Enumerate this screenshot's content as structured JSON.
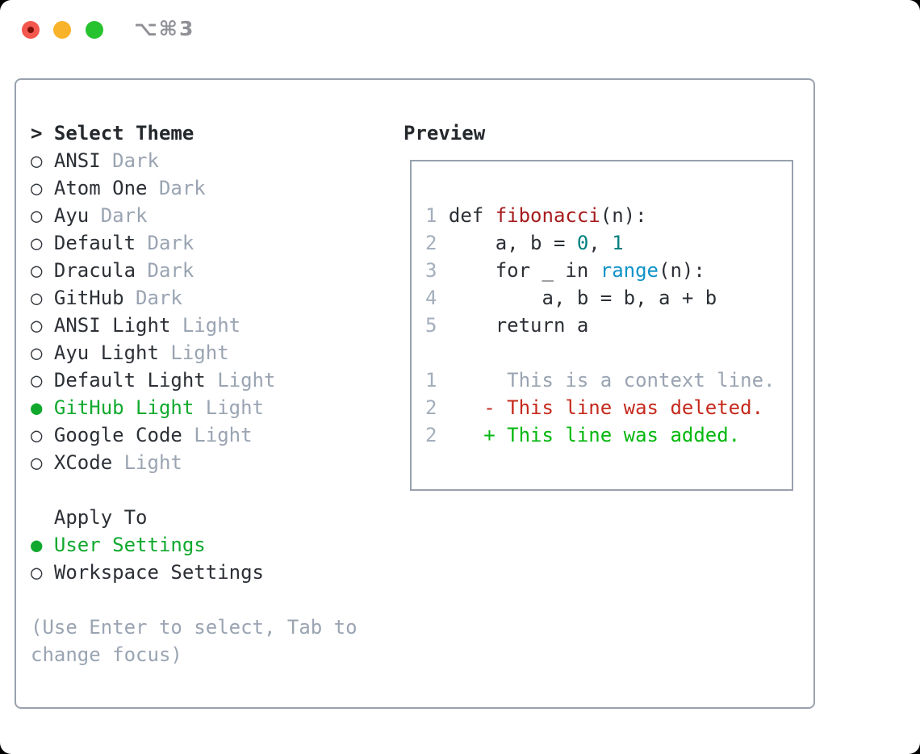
{
  "window": {
    "title": "⌥⌘3"
  },
  "colors": {
    "selected_green": "#10a92e",
    "added_green": "#05b80f",
    "deleted_red": "#c5291c",
    "function_red": "#a61c1e",
    "number_teal": "#008080",
    "builtin_blue": "#0f93c7",
    "muted_gray": "#9aa4b2",
    "text_dark": "#2c3036",
    "border_gray": "#99a1ae",
    "traffic_red": "#f4574e",
    "traffic_yellow": "#f9b32a",
    "traffic_green": "#27c32f"
  },
  "left": {
    "lines": [
      {
        "name": "select-theme-header",
        "interactable": false,
        "parts": [
          {
            "t": "> Select Theme",
            "c": "hdr"
          }
        ]
      },
      {
        "name": "theme-option-ansi-dark",
        "interactable": true,
        "parts": [
          {
            "t": "○ ",
            "c": "ring",
            "n": "radio-unselected-icon"
          },
          {
            "t": "ANSI",
            "c": "t"
          },
          {
            "t": " Dark",
            "c": "muted"
          }
        ]
      },
      {
        "name": "theme-option-atom-one-dark",
        "interactable": true,
        "parts": [
          {
            "t": "○ ",
            "c": "ring",
            "n": "radio-unselected-icon"
          },
          {
            "t": "Atom One",
            "c": "t"
          },
          {
            "t": " Dark",
            "c": "muted"
          }
        ]
      },
      {
        "name": "theme-option-ayu-dark",
        "interactable": true,
        "parts": [
          {
            "t": "○ ",
            "c": "ring",
            "n": "radio-unselected-icon"
          },
          {
            "t": "Ayu",
            "c": "t"
          },
          {
            "t": " Dark",
            "c": "muted"
          }
        ]
      },
      {
        "name": "theme-option-default-dark",
        "interactable": true,
        "parts": [
          {
            "t": "○ ",
            "c": "ring",
            "n": "radio-unselected-icon"
          },
          {
            "t": "Default",
            "c": "t"
          },
          {
            "t": " Dark",
            "c": "muted"
          }
        ]
      },
      {
        "name": "theme-option-dracula-dark",
        "interactable": true,
        "parts": [
          {
            "t": "○ ",
            "c": "ring",
            "n": "radio-unselected-icon"
          },
          {
            "t": "Dracula",
            "c": "t"
          },
          {
            "t": " Dark",
            "c": "muted"
          }
        ]
      },
      {
        "name": "theme-option-github-dark",
        "interactable": true,
        "parts": [
          {
            "t": "○ ",
            "c": "ring",
            "n": "radio-unselected-icon"
          },
          {
            "t": "GitHub",
            "c": "t"
          },
          {
            "t": " Dark",
            "c": "muted"
          }
        ]
      },
      {
        "name": "theme-option-ansi-light",
        "interactable": true,
        "parts": [
          {
            "t": "○ ",
            "c": "ring",
            "n": "radio-unselected-icon"
          },
          {
            "t": "ANSI Light",
            "c": "t"
          },
          {
            "t": " Light",
            "c": "muted"
          }
        ]
      },
      {
        "name": "theme-option-ayu-light",
        "interactable": true,
        "parts": [
          {
            "t": "○ ",
            "c": "ring",
            "n": "radio-unselected-icon"
          },
          {
            "t": "Ayu Light",
            "c": "t"
          },
          {
            "t": " Light",
            "c": "muted"
          }
        ]
      },
      {
        "name": "theme-option-default-light",
        "interactable": true,
        "parts": [
          {
            "t": "○ ",
            "c": "ring",
            "n": "radio-unselected-icon"
          },
          {
            "t": "Default Light",
            "c": "t"
          },
          {
            "t": " Light",
            "c": "muted"
          }
        ]
      },
      {
        "name": "theme-option-github-light-selected",
        "interactable": true,
        "parts": [
          {
            "t": "● ",
            "c": "sel",
            "n": "radio-selected-icon"
          },
          {
            "t": "GitHub Light",
            "c": "sel"
          },
          {
            "t": " Light",
            "c": "muted"
          }
        ]
      },
      {
        "name": "theme-option-google-code-light",
        "interactable": true,
        "parts": [
          {
            "t": "○ ",
            "c": "ring",
            "n": "radio-unselected-icon"
          },
          {
            "t": "Google Code",
            "c": "t"
          },
          {
            "t": " Light",
            "c": "muted"
          }
        ]
      },
      {
        "name": "theme-option-xcode-light",
        "interactable": true,
        "parts": [
          {
            "t": "○ ",
            "c": "ring",
            "n": "radio-unselected-icon"
          },
          {
            "t": "XCode",
            "c": "t"
          },
          {
            "t": " Light",
            "c": "muted"
          }
        ]
      },
      {
        "name": "spacer",
        "interactable": false,
        "parts": []
      },
      {
        "name": "apply-to-header",
        "interactable": false,
        "parts": [
          {
            "t": "  Apply To",
            "c": "t"
          }
        ]
      },
      {
        "name": "apply-option-user-settings-selected",
        "interactable": true,
        "parts": [
          {
            "t": "● ",
            "c": "sel",
            "n": "radio-selected-icon"
          },
          {
            "t": "User Settings",
            "c": "sel"
          }
        ]
      },
      {
        "name": "apply-option-workspace-settings",
        "interactable": true,
        "parts": [
          {
            "t": "○ ",
            "c": "ring",
            "n": "radio-unselected-icon"
          },
          {
            "t": "Workspace Settings",
            "c": "t"
          }
        ]
      },
      {
        "name": "spacer",
        "interactable": false,
        "parts": []
      },
      {
        "name": "hint-line-1",
        "interactable": false,
        "parts": [
          {
            "t": "(Use Enter to select, Tab to",
            "c": "muted"
          }
        ]
      },
      {
        "name": "hint-line-2",
        "interactable": false,
        "parts": [
          {
            "t": "change focus)",
            "c": "muted"
          }
        ]
      }
    ]
  },
  "preview": {
    "title": "Preview",
    "lines": [
      {
        "name": "code-line-1",
        "interactable": false,
        "parts": [
          {
            "t": "1",
            "c": "ln"
          },
          {
            "t": " def ",
            "c": "t"
          },
          {
            "t": "fibonacci",
            "c": "fn"
          },
          {
            "t": "(n):",
            "c": "t"
          }
        ]
      },
      {
        "name": "code-line-2",
        "interactable": false,
        "parts": [
          {
            "t": "2",
            "c": "ln"
          },
          {
            "t": "     a, b = ",
            "c": "t"
          },
          {
            "t": "0",
            "c": "num"
          },
          {
            "t": ", ",
            "c": "t"
          },
          {
            "t": "1",
            "c": "num"
          }
        ]
      },
      {
        "name": "code-line-3",
        "interactable": false,
        "parts": [
          {
            "t": "3",
            "c": "ln"
          },
          {
            "t": "     for _ in ",
            "c": "t"
          },
          {
            "t": "range",
            "c": "bi"
          },
          {
            "t": "(n):",
            "c": "t"
          }
        ]
      },
      {
        "name": "code-line-4",
        "interactable": false,
        "parts": [
          {
            "t": "4",
            "c": "ln"
          },
          {
            "t": "         a, b = b, a + b",
            "c": "t"
          }
        ]
      },
      {
        "name": "code-line-5",
        "interactable": false,
        "parts": [
          {
            "t": "5",
            "c": "ln"
          },
          {
            "t": "     return a",
            "c": "t"
          }
        ]
      },
      {
        "name": "spacer",
        "interactable": false,
        "parts": []
      },
      {
        "name": "diff-context-line",
        "interactable": false,
        "parts": [
          {
            "t": "1",
            "c": "ln"
          },
          {
            "t": "      This is a context line.",
            "c": "muted"
          }
        ]
      },
      {
        "name": "diff-deleted-line",
        "interactable": false,
        "parts": [
          {
            "t": "2",
            "c": "ln"
          },
          {
            "t": "    - This line was deleted.",
            "c": "del"
          }
        ]
      },
      {
        "name": "diff-added-line",
        "interactable": false,
        "parts": [
          {
            "t": "2",
            "c": "ln"
          },
          {
            "t": "    + This line was added.",
            "c": "add"
          }
        ]
      }
    ]
  }
}
